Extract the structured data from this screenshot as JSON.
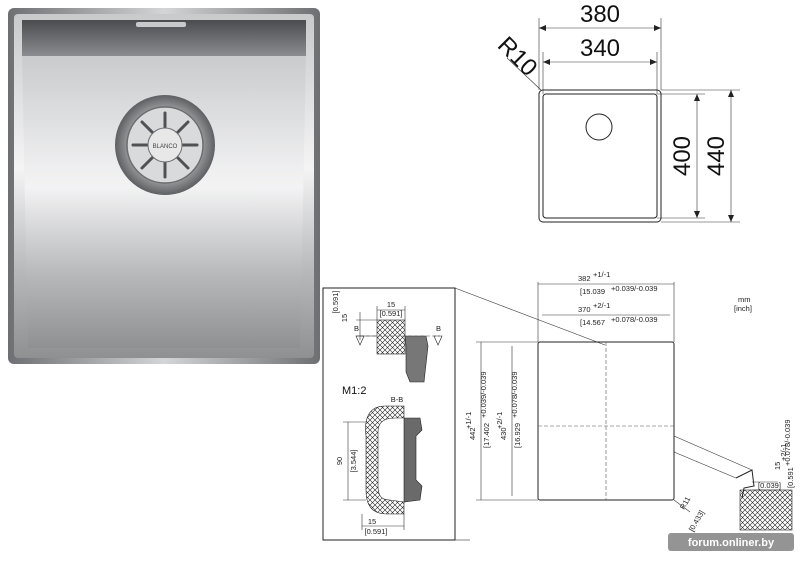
{
  "photo": {
    "brand_badge": "BLANCO"
  },
  "top_drawing": {
    "width_outer": "380",
    "width_inner": "340",
    "radius": "R10",
    "height_inner": "400",
    "height_outer": "440"
  },
  "detail_drawing": {
    "units_line1": "mm",
    "units_line2": "[inch]",
    "dim_382": "382",
    "dim_382_tol": "+1/-1",
    "dim_382_inch": "[15.039",
    "dim_382_inch_tol": "+0.039/-0.039",
    "dim_370": "370",
    "dim_370_tol": "+2/-1",
    "dim_370_inch": "[14.567",
    "dim_370_inch_tol": "+0.078/-0.039",
    "dim_442": "442",
    "dim_442_tol": "+1/-1",
    "dim_442_inch": "[17.402",
    "dim_442_inch_tol": "+0.039/-0.039",
    "dim_430": "430",
    "dim_430_tol": "+2/-1",
    "dim_430_inch": "[16.929",
    "dim_430_inch_tol": "+0.078/-0.039",
    "dim_r11": "R11",
    "dim_r11_inch": "[0.433]",
    "dim_039": "[0.039]",
    "dim_15_2": "15",
    "dim_15_2_tol": "+2/-1",
    "dim_15_2_inch": "[0.591",
    "dim_15_2_inch_tol": "+0.078/-0.039"
  },
  "section": {
    "dim_15_top": "15",
    "dim_0591_top": "[0.591]",
    "dim_15_left": "15",
    "dim_0591_left": "[0.591]",
    "marker_b": "B",
    "scale_label": "M1:2",
    "section_label": "B-B",
    "dim_90": "90",
    "dim_3544": "[3.544]",
    "dim_15_bottom": "15",
    "dim_0591_bottom": "[0.591]"
  },
  "watermark": "forum.onliner.by"
}
